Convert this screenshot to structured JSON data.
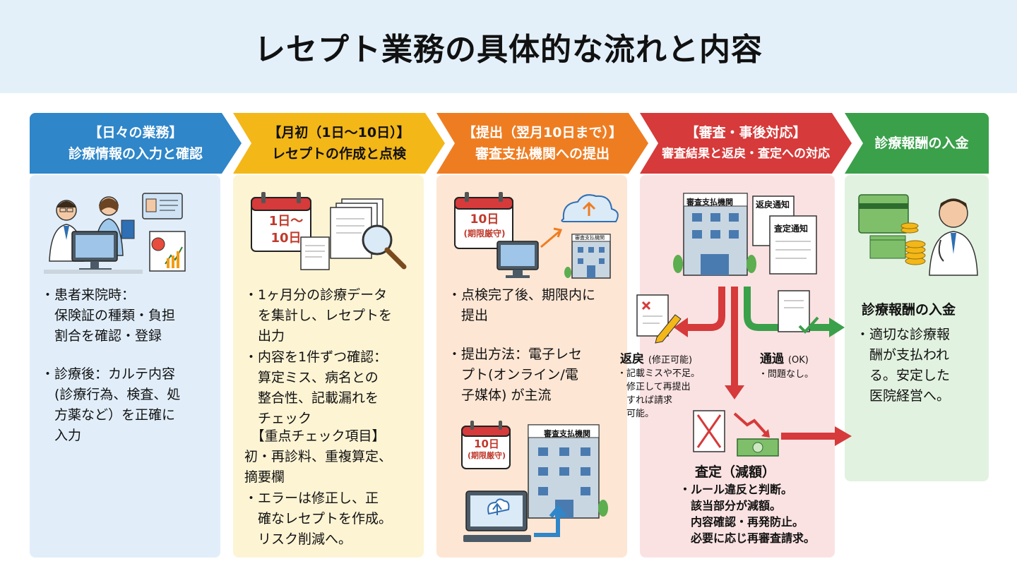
{
  "title": "レセプト業務の具体的な流れと内容",
  "steps": [
    {
      "head1": "【日々の業務】",
      "head2": "診療情報の入力と確認",
      "color": "#2f86c9"
    },
    {
      "head1": "【月初（1日〜10日）】",
      "head2": "レセプトの作成と点検",
      "color": "#f3b718"
    },
    {
      "head1": "【提出（翌月10日まで）】",
      "head2": "審査支払機関への提出",
      "color": "#ee7d22"
    },
    {
      "head1": "【審査・事後対応】",
      "head2": "審査結果と返戻・査定への対応",
      "color": "#d63a3a"
    },
    {
      "head1": "診療報酬の入金",
      "head2": "",
      "color": "#3aa04a"
    }
  ],
  "col1": {
    "b1": "・患者来院時：\n　保険証の種類・負担\n　割合を確認・登録",
    "b2": "・診療後：カルテ内容\n　(診療行為、検査、処\n　方薬など）を正確に\n　入力"
  },
  "col2": {
    "calendar": [
      "1日〜",
      "10日"
    ],
    "b1": "・1ヶ月分の診療データ\n　を集計し、レセプトを\n　出力",
    "b2": "・内容を1件ずつ確認：\n　算定ミス、病名との\n　整合性、記載漏れを\n　チェック",
    "b3": "　【重点チェック項目】\n初・再診料、重複算定、\n摘要欄",
    "b4": "・エラーは修正し、正\n　確なレセプトを作成。\n　リスク削減へ。"
  },
  "col3": {
    "calendar1": [
      "10日",
      "(期限厳守)"
    ],
    "building1": "審査支払機関",
    "b1": "・点検完了後、期限内に\n　提出",
    "b2": "・提出方法：電子レセ\n　プト(オンライン/電\n　子媒体) が主流",
    "calendar2": [
      "10日",
      "(期限厳守)"
    ],
    "building2": "審査支払機関"
  },
  "col4": {
    "building": "審査支払機関",
    "doc1": "返戻通知",
    "doc2": "査定通知",
    "henrei_title": "返戻",
    "henrei_note": "(修正可能)",
    "henrei_desc": "・記載ミスや不足。\n　修正して再提出\n　すれば請求\n　可能。",
    "tsuka_title": "通過",
    "tsuka_note": "(OK)",
    "tsuka_desc": "・問題なし。",
    "satei_title": "査定（減額）",
    "satei_desc": "・ルール違反と判断。\n　該当部分が減額。\n　内容確認・再発防止。\n　必要に応じ再審査請求。"
  },
  "col5": {
    "subtitle": "診療報酬の入金",
    "b1": "・適切な診療報\n　酬が支払われ\n　る。安定した\n　医院経営へ。"
  }
}
